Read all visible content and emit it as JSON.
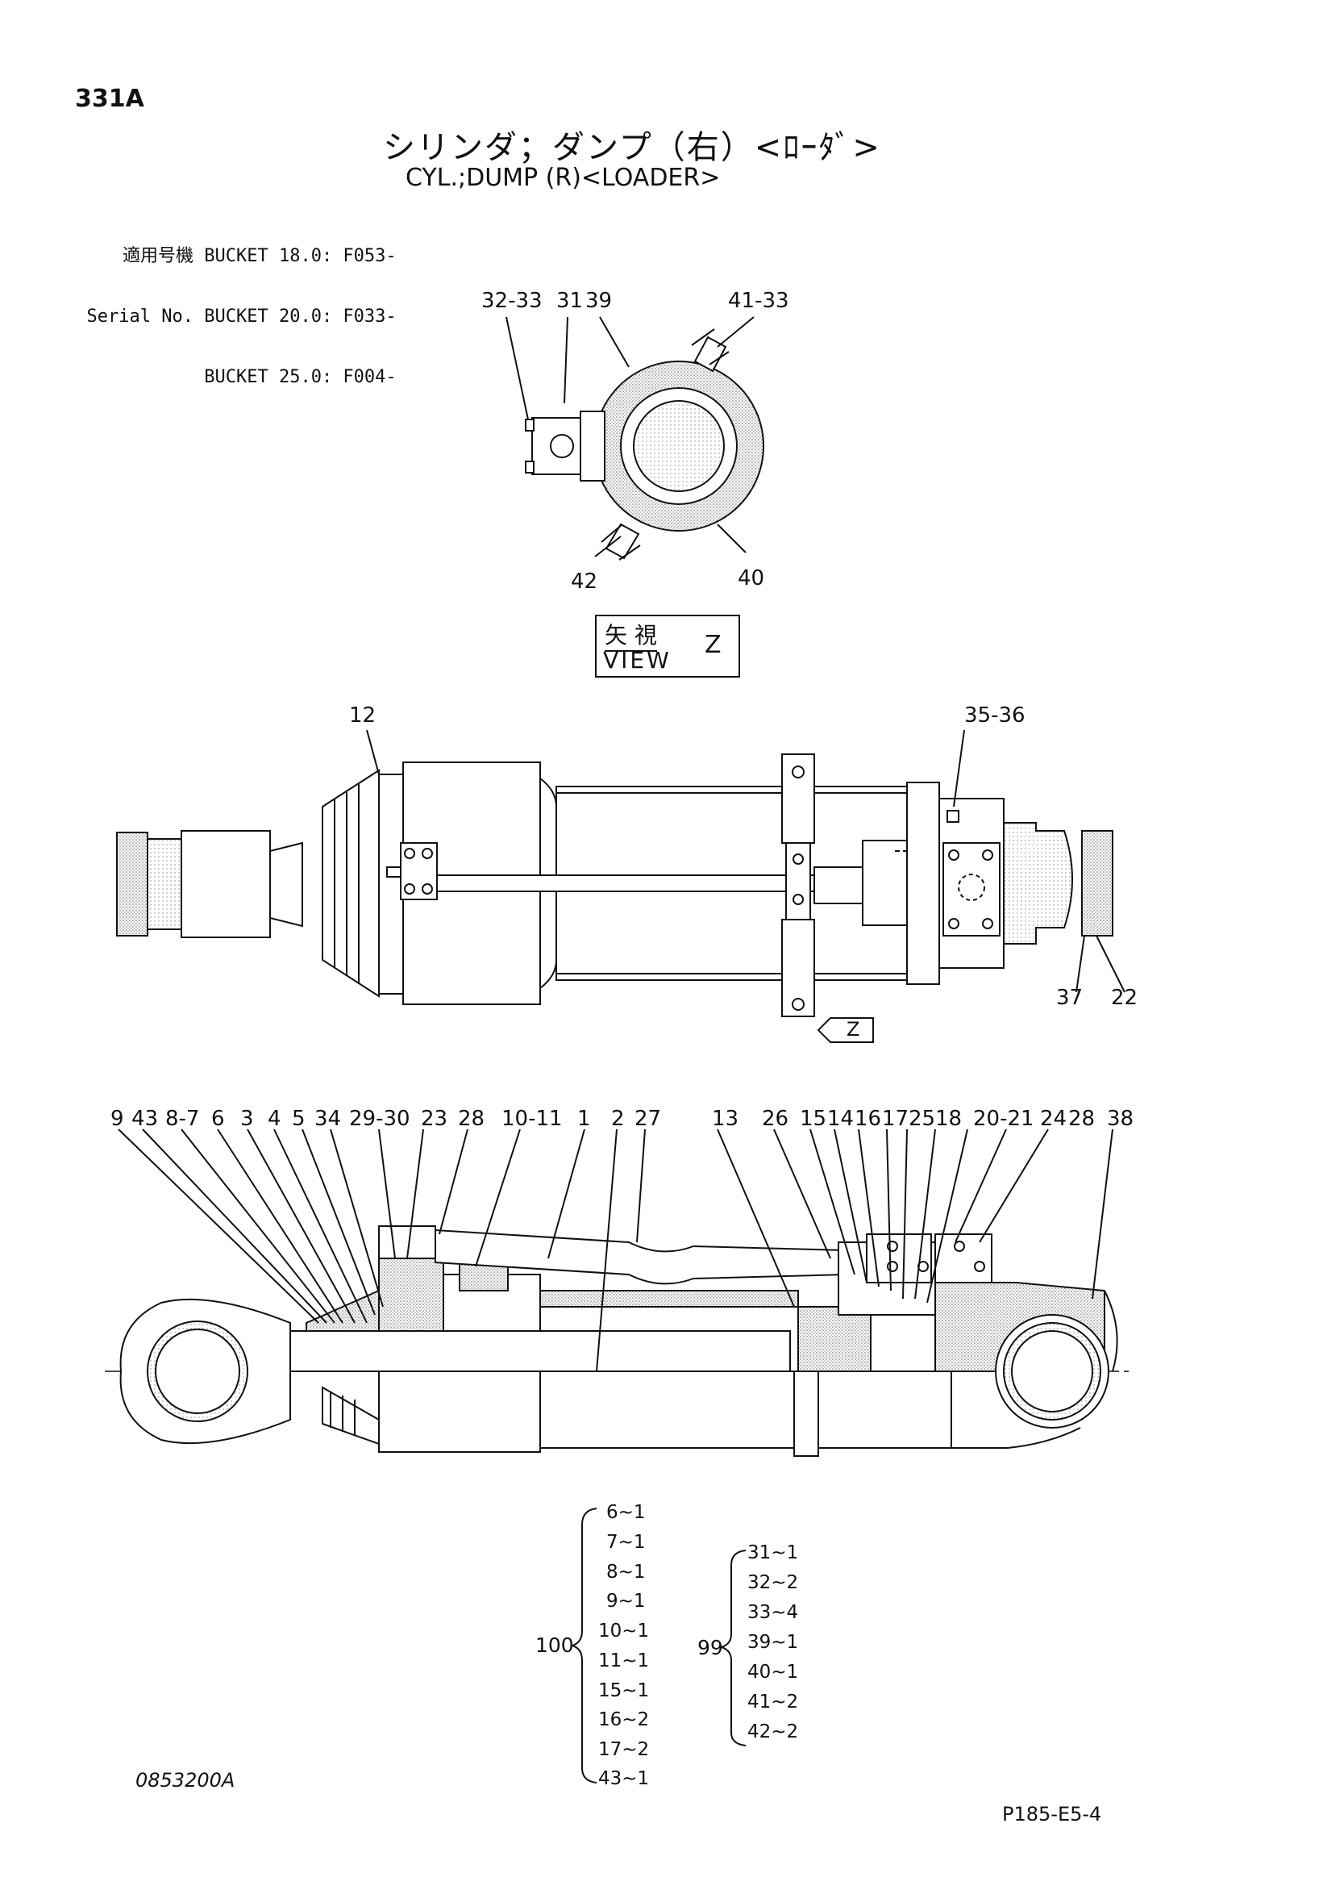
{
  "header": {
    "page_code": "331A",
    "title_jp": "シリンダ；ダンプ（右）<ﾛｰﾀﾞ>",
    "title_en": "CYL.;DUMP (R)<LOADER>"
  },
  "serial": {
    "label_jp": "適用号機",
    "label_en": "Serial No.",
    "rows": [
      "BUCKET 18.0: F053-",
      "BUCKET 20.0: F033-",
      "BUCKET 25.0: F004-"
    ]
  },
  "view_z": {
    "callouts": {
      "a": "32-33",
      "b": "31",
      "c": "39",
      "d": "41-33",
      "e": "42",
      "f": "40"
    },
    "label_jp": "矢 視",
    "label_en": "VIEW",
    "letter": "Z"
  },
  "side_view": {
    "callouts": {
      "a": "12",
      "b": "35-36",
      "c": "37",
      "d": "22"
    },
    "arrow_letter": "Z"
  },
  "section_view": {
    "callouts_left": [
      "9",
      "43",
      "8-7",
      "6",
      "3",
      "4",
      "5",
      "34",
      "29-30",
      "23",
      "28",
      "10-11",
      "1",
      "2",
      "27"
    ],
    "callouts_right": [
      "13",
      "26",
      "15",
      "14",
      "16",
      "17",
      "25",
      "18",
      "20-21",
      "24",
      "28",
      "38"
    ]
  },
  "kit_100": {
    "label": "100",
    "items": [
      "6~1",
      "7~1",
      "8~1",
      "9~1",
      "10~1",
      "11~1",
      "15~1",
      "16~2",
      "17~2",
      "43~1"
    ]
  },
  "kit_99": {
    "label": "99",
    "items": [
      "31~1",
      "32~2",
      "33~4",
      "39~1",
      "40~1",
      "41~2",
      "42~2"
    ]
  },
  "footer": {
    "drawing_no": "0853200A",
    "page_ref": "P185-E5-4"
  }
}
